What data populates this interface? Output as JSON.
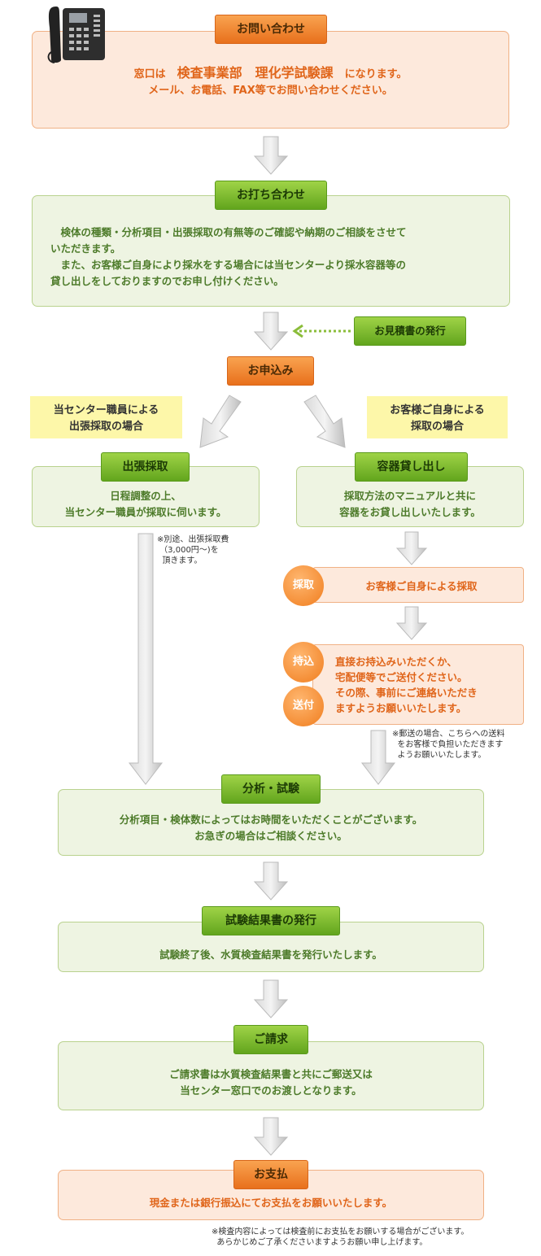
{
  "contact": {
    "title": "お問い合わせ",
    "line1_prefix": "窓口は",
    "line1_dept": "検査事業部　理化学試験課",
    "line1_suffix": "になります。",
    "line2": "メール、お電話、FAX等でお問い合わせください。"
  },
  "meeting": {
    "title": "お打ち合わせ",
    "line1": "　検体の種類・分析項目・出張採取の有無等のご確認や納期のご相談をさせて",
    "line2": "いただきます。",
    "line3": "　また、お客様ご自身により採水をする場合には当センターより採水容器等の",
    "line4": "貸し出しをしておりますのでお申し付けください。"
  },
  "quote": {
    "label": "お見積書の発行"
  },
  "apply": {
    "title": "お申込み"
  },
  "branch_left": {
    "line1": "当センター職員による",
    "line2": "出張採取の場合"
  },
  "branch_right": {
    "line1": "お客様ご自身による",
    "line2": "採取の場合"
  },
  "onsite": {
    "title": "出張採取",
    "line1": "日程調整の上、",
    "line2": "当センター職員が採取に伺います。",
    "note": "※別途、出張採取費\n （3,000円～)を\n  頂きます。"
  },
  "container": {
    "title": "容器貸し出し",
    "line1": "採取方法のマニュアルと共に",
    "line2": "容器をお貸し出しいたします。"
  },
  "sampling": {
    "circle": "採取",
    "text": "お客様ご自身による採取"
  },
  "delivery": {
    "circle1": "持込",
    "circle2": "送付",
    "line1": "直接お持込みいただくか、",
    "line2": "宅配便等でご送付ください。",
    "line3": "その際、事前にご連絡いただき",
    "line4": "ますようお願いいたします。",
    "note": "※郵送の場合、こちらへの送料\n  をお客様で負担いただきます\n  ようお願いいたします。"
  },
  "analysis": {
    "title": "分析・試験",
    "line1": "分析項目・検体数によってはお時間をいただくことがございます。",
    "line2": "お急ぎの場合はご相談ください。"
  },
  "report": {
    "title": "試験結果書の発行",
    "line1": "試験終了後、水質検査結果書を発行いたします。"
  },
  "billing": {
    "title": "ご請求",
    "line1": "ご請求書は水質検査結果書と共にご郵送又は",
    "line2": "当センター窓口でのお渡しとなります。"
  },
  "payment": {
    "title": "お支払",
    "line1": "現金または銀行振込にてお支払をお願いいたします。",
    "note": "※検査内容によっては検査前にお支払をお願いする場合がございます。\n  あらかじめご了承くださいますようお願い申し上げます。"
  }
}
